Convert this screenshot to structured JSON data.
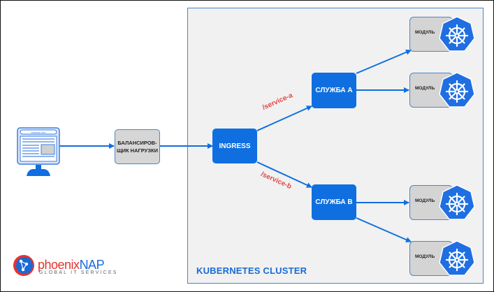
{
  "diagram": {
    "cluster_label": "KUBERNETES CLUSTER",
    "client": {
      "url": "example.com"
    },
    "load_balancer": {
      "line1": "БАЛАНСИРОВ-",
      "line2": "ЩИК НАГРУЗКИ"
    },
    "ingress": {
      "label": "INGRESS"
    },
    "services": [
      {
        "label": "СЛУЖБА A",
        "route": "/service-a"
      },
      {
        "label": "СЛУЖБА B",
        "route": "/service-b"
      }
    ],
    "pods": [
      {
        "label": "МОДУЛЬ"
      },
      {
        "label": "МОДУЛЬ"
      },
      {
        "label": "МОДУЛЬ"
      },
      {
        "label": "МОДУЛЬ"
      }
    ],
    "logo": {
      "brand_a": "phoenix",
      "brand_b": "NAP",
      "tagline": "GLOBAL IT SERVICES"
    },
    "colors": {
      "accent": "#0f6fe0",
      "route": "#e24848",
      "cluster_bg": "#f1f1f1",
      "node_gray": "#d6d6d6"
    }
  }
}
